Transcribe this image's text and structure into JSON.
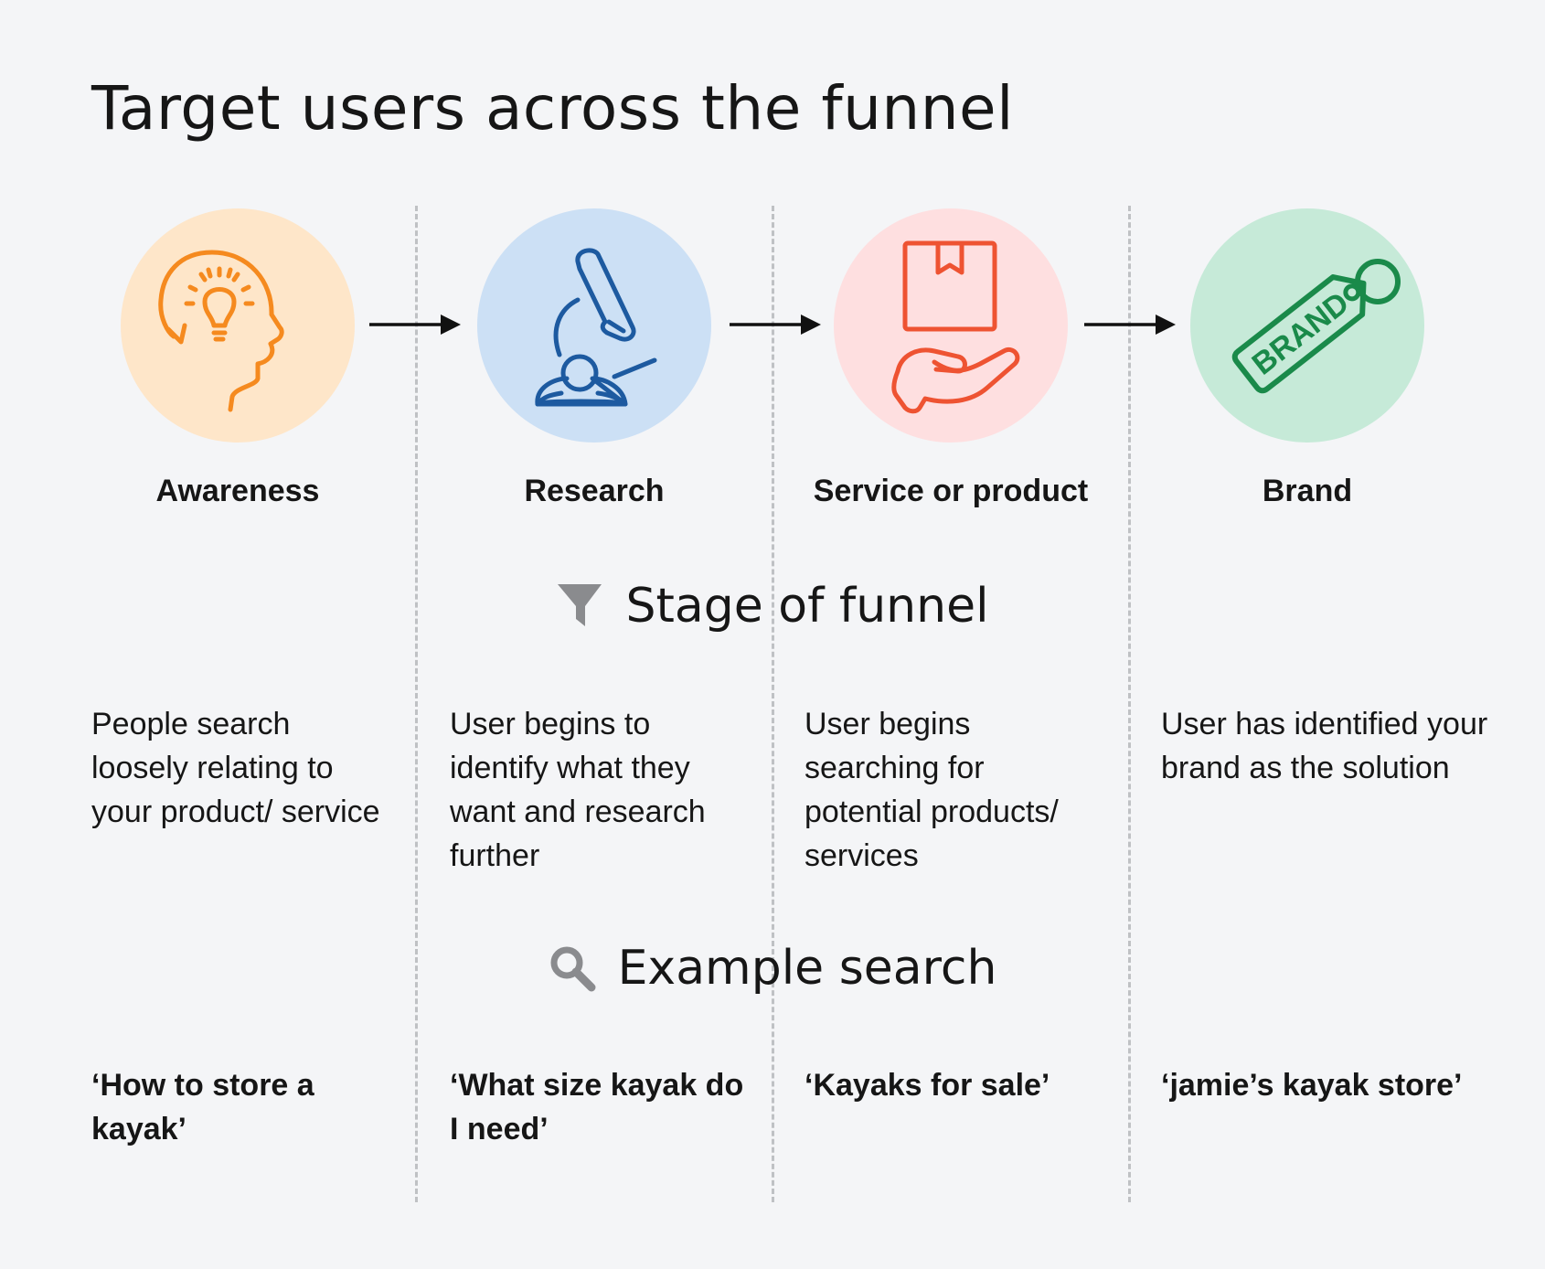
{
  "title": "Target users across the funnel",
  "stages": [
    {
      "name": "Awareness",
      "description": "People search loosely relating to your product/ service",
      "example": "‘How to store a kayak’",
      "icon": "head-lightbulb-icon",
      "circle_color": "#fee6c9",
      "icon_color": "#f58a1f"
    },
    {
      "name": "Research",
      "description": "User begins to identify what they want and research further",
      "example": "‘What size kayak do I need’",
      "icon": "microscope-icon",
      "circle_color": "#cce0f5",
      "icon_color": "#1d5aa0"
    },
    {
      "name": "Service or product",
      "description": "User begins searching for potential products/ services",
      "example": "‘Kayaks for sale’",
      "icon": "box-in-hand-icon",
      "circle_color": "#fedfe0",
      "icon_color": "#ee5332"
    },
    {
      "name": "Brand",
      "description": "User has identified your brand as the solution",
      "example": "‘jamie’s kayak store’",
      "icon": "brand-tag-icon",
      "circle_color": "#c6ead8",
      "icon_color": "#1a8a4a",
      "icon_text": "BRAND"
    }
  ],
  "stage_heading": {
    "label": "Stage of funnel",
    "icon": "funnel-icon"
  },
  "search_heading": {
    "label": "Example search",
    "icon": "search-icon"
  },
  "colors": {
    "background": "#f4f5f7",
    "divider": "#bfc1c4",
    "heading_icon": "#8a8b8e"
  }
}
